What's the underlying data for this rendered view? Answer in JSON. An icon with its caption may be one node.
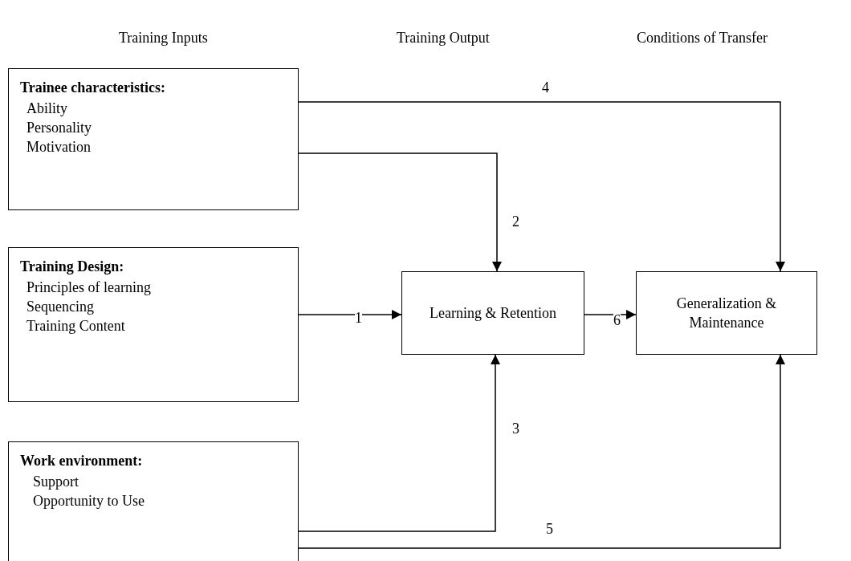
{
  "diagram": {
    "nodes": [
      {
        "text": [
          "Trainee characteristics:",
          "Ability",
          "Personality",
          "Motivation"
        ]
      },
      {
        "text": [
          "Training Design:",
          "Principles of learning",
          "Sequencing",
          "Training Content"
        ]
      },
      {
        "text": [
          "Work environment:",
          "Support",
          "Opportunity to Use"
        ]
      },
      {
        "text": [
          "Learning & Retention"
        ]
      },
      {
        "text": [
          "Generalization & Maintenance"
        ]
      }
    ],
    "edges": [
      {
        "from": 1,
        "to": 3,
        "arrow": "to",
        "label": "1"
      },
      {
        "from": 0,
        "to": 3,
        "arrow": "to",
        "label": "2"
      },
      {
        "from": 2,
        "to": 3,
        "arrow": "to",
        "label": "3"
      },
      {
        "from": 0,
        "to": 4,
        "arrow": "to",
        "label": "4"
      },
      {
        "from": 2,
        "to": 4,
        "arrow": "to",
        "label": "5"
      },
      {
        "from": 3,
        "to": 4,
        "arrow": "to",
        "label": "6"
      }
    ],
    "labels": [
      "Training Inputs",
      "Training Output",
      "Conditions of Transfer"
    ]
  }
}
